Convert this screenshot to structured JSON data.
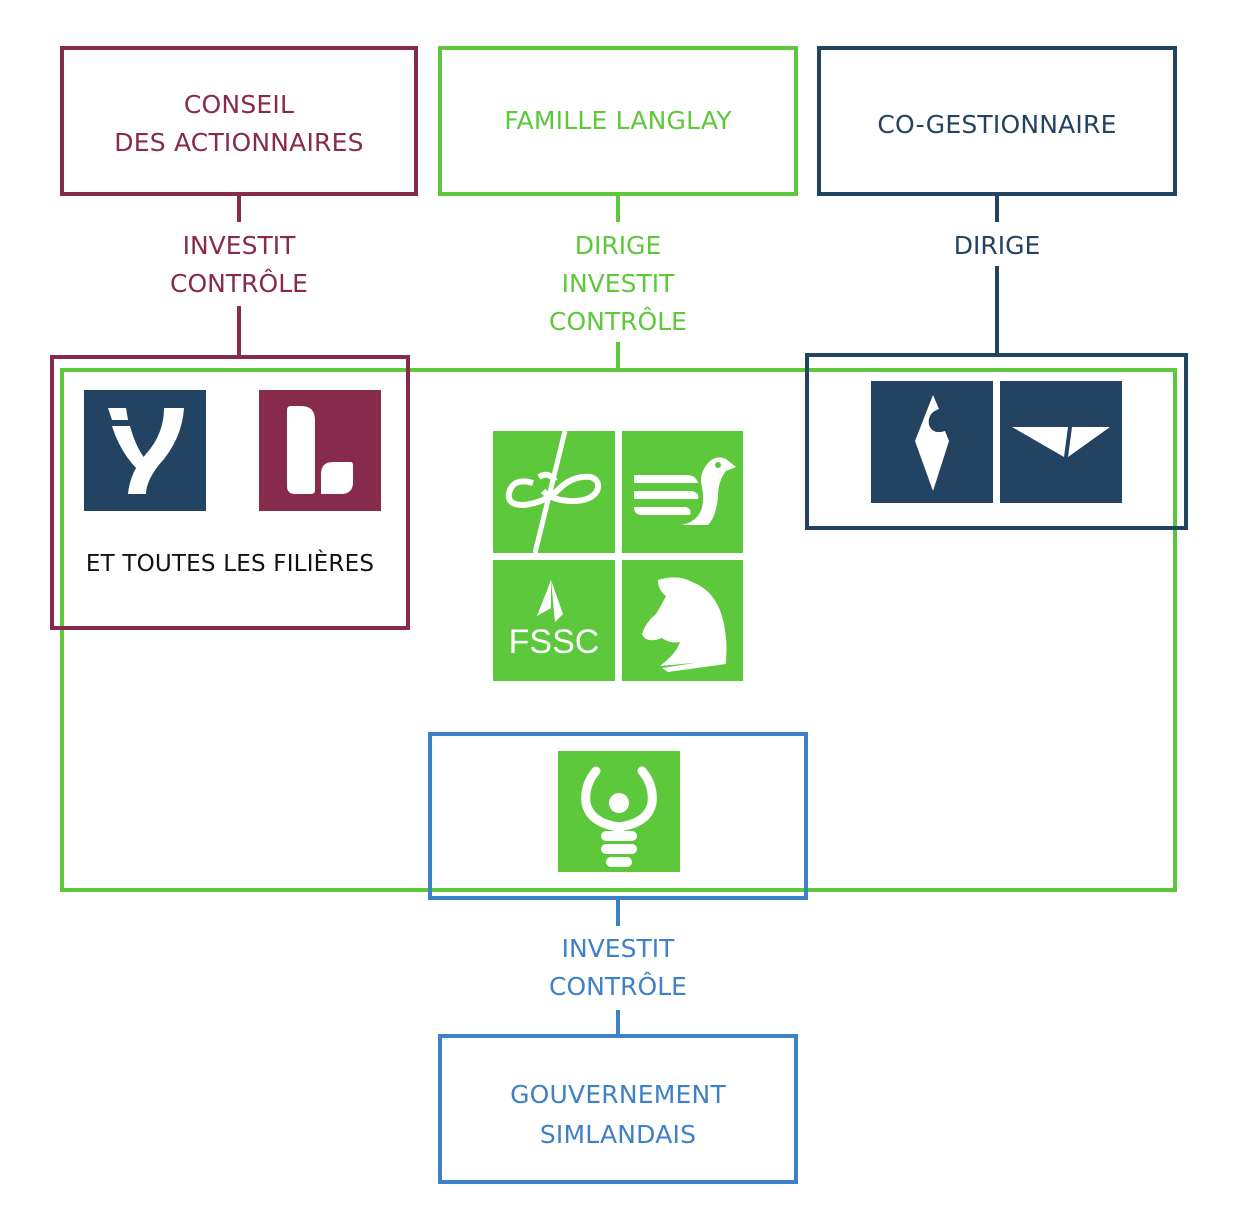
{
  "colors": {
    "conseil": "#862b4c",
    "famille": "#5dc83c",
    "cogestion": "#234363",
    "gouvernement": "#3e81c7",
    "text_dark": "#111111"
  },
  "top_boxes": {
    "conseil": {
      "line1": "CONSEIL",
      "line2": "DES ACTIONNAIRES"
    },
    "famille": {
      "line1": "FAMILLE LANGLAY"
    },
    "cogestion": {
      "line1": "CO-GESTIONNAIRE"
    }
  },
  "relations": {
    "conseil": {
      "line1": "INVESTIT",
      "line2": "CONTRÔLE"
    },
    "famille": {
      "line1": "DIRIGE",
      "line2": "INVESTIT",
      "line3": "CONTRÔLE"
    },
    "cogestion": {
      "line1": "DIRIGE"
    },
    "gouvernement": {
      "line1": "INVESTIT",
      "line2": "CONTRÔLE"
    }
  },
  "conseil_group": {
    "caption": "ET TOUTES LES FILIÈRES",
    "logos": [
      "y-logo-icon",
      "l-leaf-logo-icon"
    ]
  },
  "famille_group": {
    "logos": [
      "infinity-knot-logo-icon",
      "bird-logo-icon",
      "fssc-sail-logo-icon",
      "horse-head-logo-icon"
    ],
    "fssc_text": "FSSC"
  },
  "cogestion_group": {
    "logos": [
      "diamond-moon-logo-icon",
      "folded-triangle-logo-icon"
    ]
  },
  "shared_group": {
    "logos": [
      "lightbulb-person-logo-icon"
    ]
  },
  "bottom_box": {
    "line1": "GOUVERNEMENT",
    "line2": "SIMLANDAIS"
  }
}
